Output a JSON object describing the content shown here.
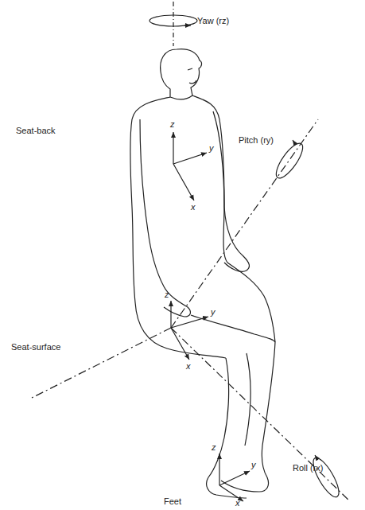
{
  "diagram": {
    "labels": [
      "Yaw (rz)",
      "Seat-back",
      "Pitch (ry)",
      "Seat-surface",
      "Roll (rx)",
      "Feet",
      "z",
      "y",
      "x",
      "z",
      "y",
      "x",
      "z",
      "y",
      "x"
    ]
  }
}
